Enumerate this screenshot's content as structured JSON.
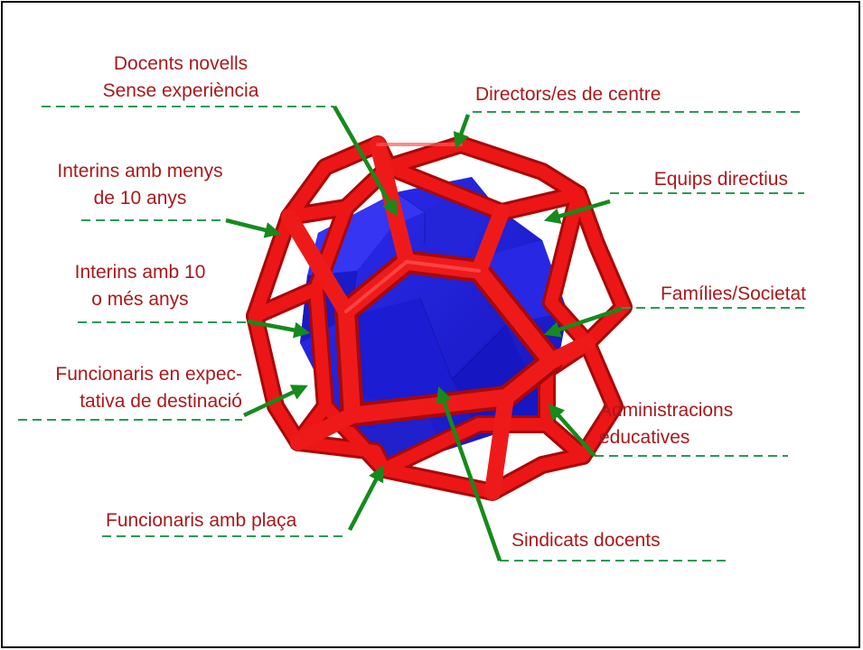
{
  "colors": {
    "label_text": "#a8191c",
    "arrow": "#168a1c",
    "guide_line": "#2a9a55",
    "cage": "#e41010",
    "solid": "#1f1fe0"
  },
  "figure": {
    "outer_shape": "red dodecahedral frame",
    "inner_shape": "blue polyhedron"
  },
  "labels": {
    "docents_novells": {
      "line1": "Docents novells",
      "line2": "Sense experiència"
    },
    "directors": {
      "line1": "Directors/es de centre"
    },
    "interins_menys": {
      "line1": "Interins amb menys",
      "line2": "de 10 anys"
    },
    "equips": {
      "line1": "Equips directius"
    },
    "interins_10": {
      "line1": "Interins amb 10",
      "line2": "o més anys"
    },
    "families": {
      "line1": "Famílies/Societat"
    },
    "funcionaris_expect": {
      "line1": "Funcionaris en expec-",
      "line2": "tativa de destinació"
    },
    "administracions": {
      "line1": "Administracions",
      "line2": "educatives"
    },
    "funcionaris_placa": {
      "line1": "Funcionaris amb plaça"
    },
    "sindicats": {
      "line1": "Sindicats docents"
    }
  }
}
